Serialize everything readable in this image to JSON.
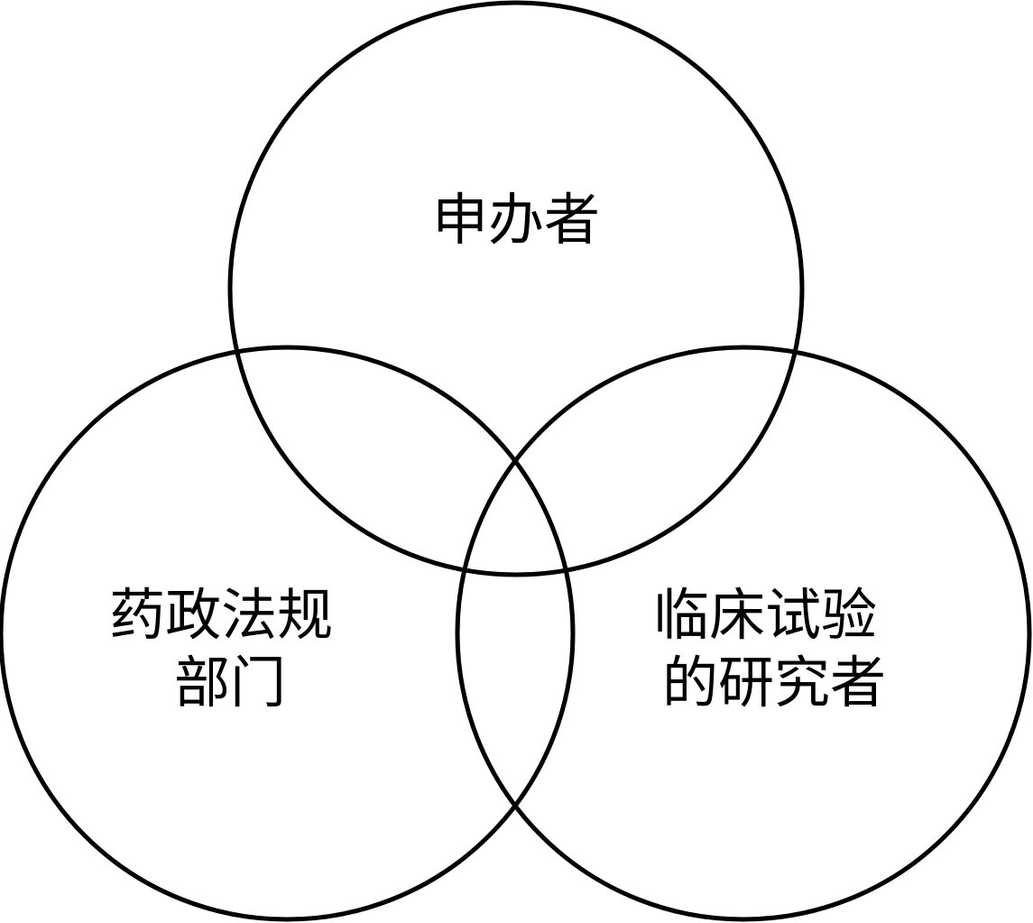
{
  "diagram": {
    "type": "venn",
    "sets": [
      {
        "id": "sponsor",
        "lines": [
          "申办者"
        ]
      },
      {
        "id": "regulatory",
        "lines": [
          "药政法规",
          "部门"
        ]
      },
      {
        "id": "investigator",
        "lines": [
          "临床试验",
          "的研究者"
        ]
      }
    ],
    "colors": {
      "stroke": "#000000",
      "background": "#ffffff",
      "text": "#000000"
    }
  }
}
